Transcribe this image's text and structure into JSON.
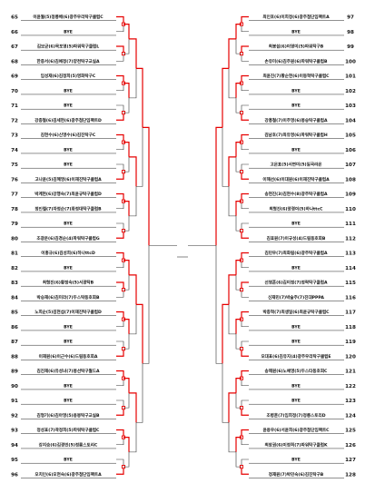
{
  "left": [
    {
      "no": "65",
      "name": "이윤월(5)정릉배(6)광주우리탁구클럽C",
      "win": true
    },
    {
      "no": "66",
      "name": "BYE",
      "win": false
    },
    {
      "no": "67",
      "name": "김보균(6)목포영(5)파워탁구클럽L",
      "win": true
    },
    {
      "no": "68",
      "name": "한종서(6)김예정(7)양천탁구교실A",
      "win": false
    },
    {
      "no": "69",
      "name": "임성재(6)김정희(5)영화탁구C",
      "win": true
    },
    {
      "no": "70",
      "name": "BYE",
      "win": false
    },
    {
      "no": "71",
      "name": "BYE",
      "win": false
    },
    {
      "no": "72",
      "name": "강종철(6)김세현(6)광주첨단임팩트D",
      "win": true
    },
    {
      "no": "73",
      "name": "김현수(6)신영수(6)김진탁구C",
      "win": true
    },
    {
      "no": "74",
      "name": "BYE",
      "win": false
    },
    {
      "no": "75",
      "name": "BYE",
      "win": false
    },
    {
      "no": "76",
      "name": "고나윤(5)김혜영(6)이재진탁구클럽A",
      "win": true
    },
    {
      "no": "77",
      "name": "박계현(6)강행숙(7)최윤규탁구클럽D",
      "win": true
    },
    {
      "no": "78",
      "name": "정인철(7)차정순(7)화정대탁구클럽B",
      "win": false
    },
    {
      "no": "79",
      "name": "BYE",
      "win": false
    },
    {
      "no": "80",
      "name": "조광운(6)김경순(4)파워탁구클럽G",
      "win": true
    },
    {
      "no": "81",
      "name": "이홍규(6)김성희(6)하나ttcD",
      "win": true
    },
    {
      "no": "82",
      "name": "BYE",
      "win": false
    },
    {
      "no": "83",
      "name": "최형진(6)황정숙(5)서광탁B",
      "win": true
    },
    {
      "no": "84",
      "name": "박승재(6)김미라(7)두스탁동호회B",
      "win": false
    },
    {
      "no": "85",
      "name": "노희순(5)김현섭(7)이재진탁구클럽D",
      "win": true
    },
    {
      "no": "86",
      "name": "BYE",
      "win": false
    },
    {
      "no": "87",
      "name": "BYE",
      "win": false
    },
    {
      "no": "88",
      "name": "이재원(6)이근수(6)드림동호회A",
      "win": true
    },
    {
      "no": "89",
      "name": "김진재(6)유성녀(7)봉선탁구월드A",
      "win": true
    },
    {
      "no": "90",
      "name": "BYE",
      "win": false
    },
    {
      "no": "91",
      "name": "BYE",
      "win": false
    },
    {
      "no": "92",
      "name": "김형기(6)김아영(5)용봉탁구교실B",
      "win": true
    },
    {
      "no": "93",
      "name": "정성표(7)곽정희(5)파워탁구클럽C",
      "win": true
    },
    {
      "no": "94",
      "name": "강지승(6)김경민(5)정릉스토리C",
      "win": false
    },
    {
      "no": "95",
      "name": "BYE",
      "win": false
    },
    {
      "no": "96",
      "name": "오치인(6)오현숙(6)광주첨단임팩트A",
      "win": true
    }
  ],
  "right": [
    {
      "no": "97",
      "name": "최인호(6)이희정(6)광주첨단임팩트A",
      "win": true
    },
    {
      "no": "98",
      "name": "BYE",
      "win": false
    },
    {
      "no": "99",
      "name": "최봉섭(6)이영미(5)파워탁구B",
      "win": true
    },
    {
      "no": "100",
      "name": "손유미(6)김주원(6)파워탁구클럽B",
      "win": false
    },
    {
      "no": "101",
      "name": "최윤진(7)황순현(6)이동혁탁구클럽C",
      "win": true
    },
    {
      "no": "102",
      "name": "BYE",
      "win": false
    },
    {
      "no": "103",
      "name": "BYE",
      "win": false
    },
    {
      "no": "104",
      "name": "강흥철(7)이주영(6)봉숭탁구클럽A",
      "win": true
    },
    {
      "no": "105",
      "name": "김남호(7)최유영(6)파워탁구클럽H",
      "win": true
    },
    {
      "no": "106",
      "name": "BYE",
      "win": false
    },
    {
      "no": "107",
      "name": "고은표(5)서면미(5)일곡라온",
      "win": false
    },
    {
      "no": "108",
      "name": "이해선(6)이대원(6)이재진탁구클럽A",
      "win": true
    },
    {
      "no": "109",
      "name": "송현진(3)김현수(8)광주탁구클럽A",
      "win": true
    },
    {
      "no": "110",
      "name": "최형진(6)양경이(5)하나ttcC",
      "win": false
    },
    {
      "no": "111",
      "name": "BYE",
      "win": false
    },
    {
      "no": "112",
      "name": "김효원(7)이규성(4)드림동호회B",
      "win": true
    },
    {
      "no": "113",
      "name": "김민우(7)최화림(6)광주탁구클럽A",
      "win": true
    },
    {
      "no": "114",
      "name": "BYE",
      "win": false
    },
    {
      "no": "115",
      "name": "선영훈(6)김미정(7)정락탁구클럽A",
      "win": true
    },
    {
      "no": "116",
      "name": "신재민(7)박슬주(7)진대PPPA",
      "win": false
    },
    {
      "no": "117",
      "name": "박종혁(7)최생일(6)최윤규탁구클럽C",
      "win": true
    },
    {
      "no": "118",
      "name": "BYE",
      "win": false
    },
    {
      "no": "119",
      "name": "BYE",
      "win": false
    },
    {
      "no": "120",
      "name": "오대표(6)김유지(4)광주우리탁구클럽E",
      "win": true
    },
    {
      "no": "121",
      "name": "송해원(6)노예영(5)두스타동호회C",
      "win": true
    },
    {
      "no": "122",
      "name": "BYE",
      "win": false
    },
    {
      "no": "123",
      "name": "BYE",
      "win": false
    },
    {
      "no": "124",
      "name": "조병훈(7)임희정(7)정릉스토리D",
      "win": true
    },
    {
      "no": "125",
      "name": "윤용우(6)서윤희(6)광주첨단임팩트C",
      "win": true
    },
    {
      "no": "126",
      "name": "최장권(6)이정희(7)파워탁구클럽K",
      "win": false
    },
    {
      "no": "127",
      "name": "BYE",
      "win": false
    },
    {
      "no": "128",
      "name": "정재원(7)박민숙(6)김진탁구B",
      "win": true
    }
  ],
  "accent_color": "#e60000"
}
